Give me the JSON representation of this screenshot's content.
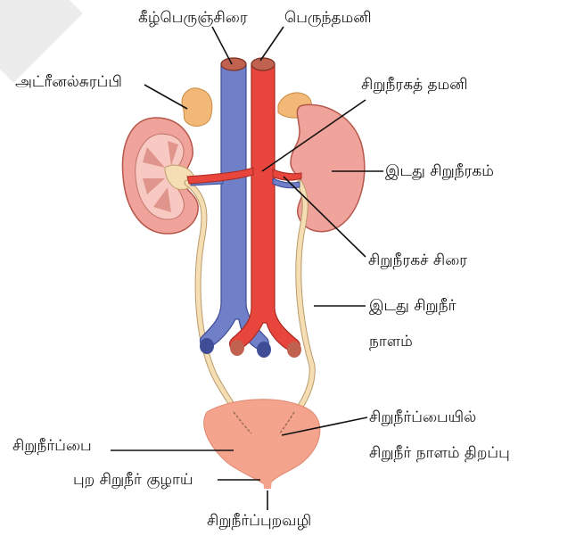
{
  "labels": {
    "ivc": "கீழ்பெருஞ்சிரை",
    "aorta": "பெருந்தமனி",
    "adrenal": "அட்ரீனல்சுரப்பி",
    "renal_artery": "சிறுநீரகத் தமனி",
    "left_kidney": "இடது சிறுநீரகம்",
    "renal_vein": "சிறுநீரகச் சிரை",
    "left_ureter_line1": "இடது சிறுநீர்",
    "left_ureter_line2": "நாளம்",
    "bladder": "சிறுநீர்ப்பை",
    "ureter_opening_line1": "சிறுநீர்ப்பையில்",
    "ureter_opening_line2": "சிறுநீர் நாளம் திறப்பு",
    "urethra_outer": "புற சிறுநீர் குழாய்",
    "urethra": "சிறுநீர்ப்புறவழி"
  },
  "colors": {
    "vein": "#6f7fc8",
    "artery": "#e8453c",
    "kidney": "#f0a39a",
    "adrenal": "#f2b877",
    "ureter": "#f5deb3",
    "bladder": "#f4a48c",
    "line": "#111111"
  }
}
